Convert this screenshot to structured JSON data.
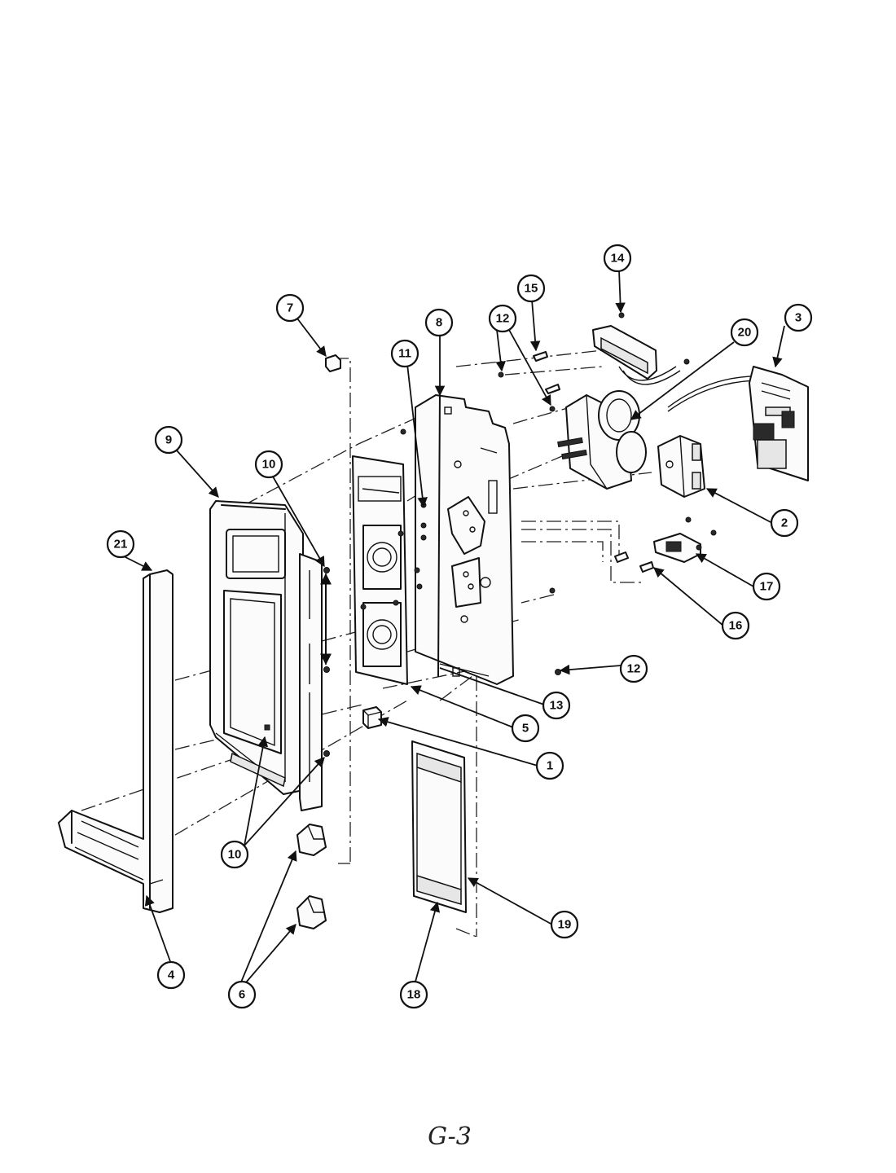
{
  "diagram": {
    "callouts": [
      {
        "label": "1"
      },
      {
        "label": "2"
      },
      {
        "label": "3"
      },
      {
        "label": "4"
      },
      {
        "label": "5"
      },
      {
        "label": "6"
      },
      {
        "label": "7"
      },
      {
        "label": "8"
      },
      {
        "label": "9"
      },
      {
        "label": "10"
      },
      {
        "label": "10"
      },
      {
        "label": "11"
      },
      {
        "label": "12"
      },
      {
        "label": "12"
      },
      {
        "label": "13"
      },
      {
        "label": "14"
      },
      {
        "label": "15"
      },
      {
        "label": "16"
      },
      {
        "label": "17"
      },
      {
        "label": "18"
      },
      {
        "label": "19"
      },
      {
        "label": "20"
      },
      {
        "label": "21"
      }
    ],
    "page_code": "G-3"
  }
}
